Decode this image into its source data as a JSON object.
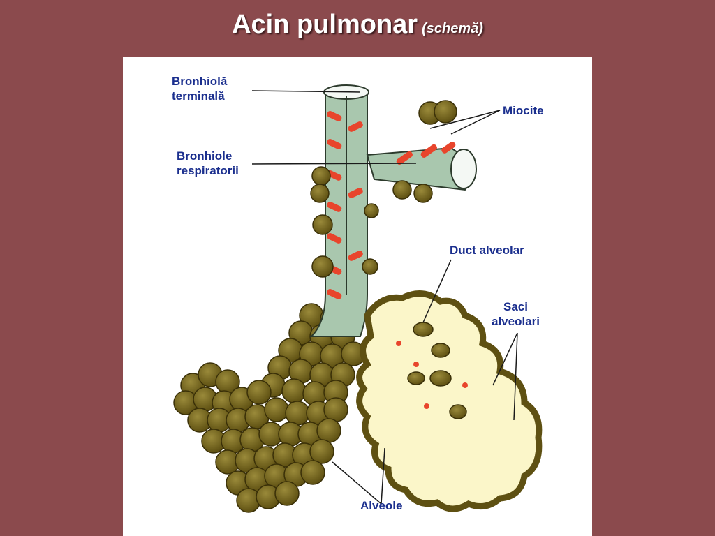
{
  "title": {
    "main": "Acin pulmonar",
    "sub": "(schemă)"
  },
  "labels": {
    "bronhiola_terminala": [
      "Bronhiolă",
      "terminală"
    ],
    "bronhiole_respiratorii": [
      "Bronhiole",
      "respiratorii"
    ],
    "miocite": "Miocite",
    "duct_alveolar": "Duct alveolar",
    "saci_alveolari": [
      "Saci",
      "alveolari"
    ],
    "alveole": "Alveole"
  },
  "colors": {
    "background": "#8b4a4d",
    "panel": "#ffffff",
    "label_text": "#1b2f8e",
    "airway_wall": "#a9c7ae",
    "muscle": "#e8452c",
    "alveolus": "#7a6a22",
    "lumen": "#fbf6c9"
  }
}
